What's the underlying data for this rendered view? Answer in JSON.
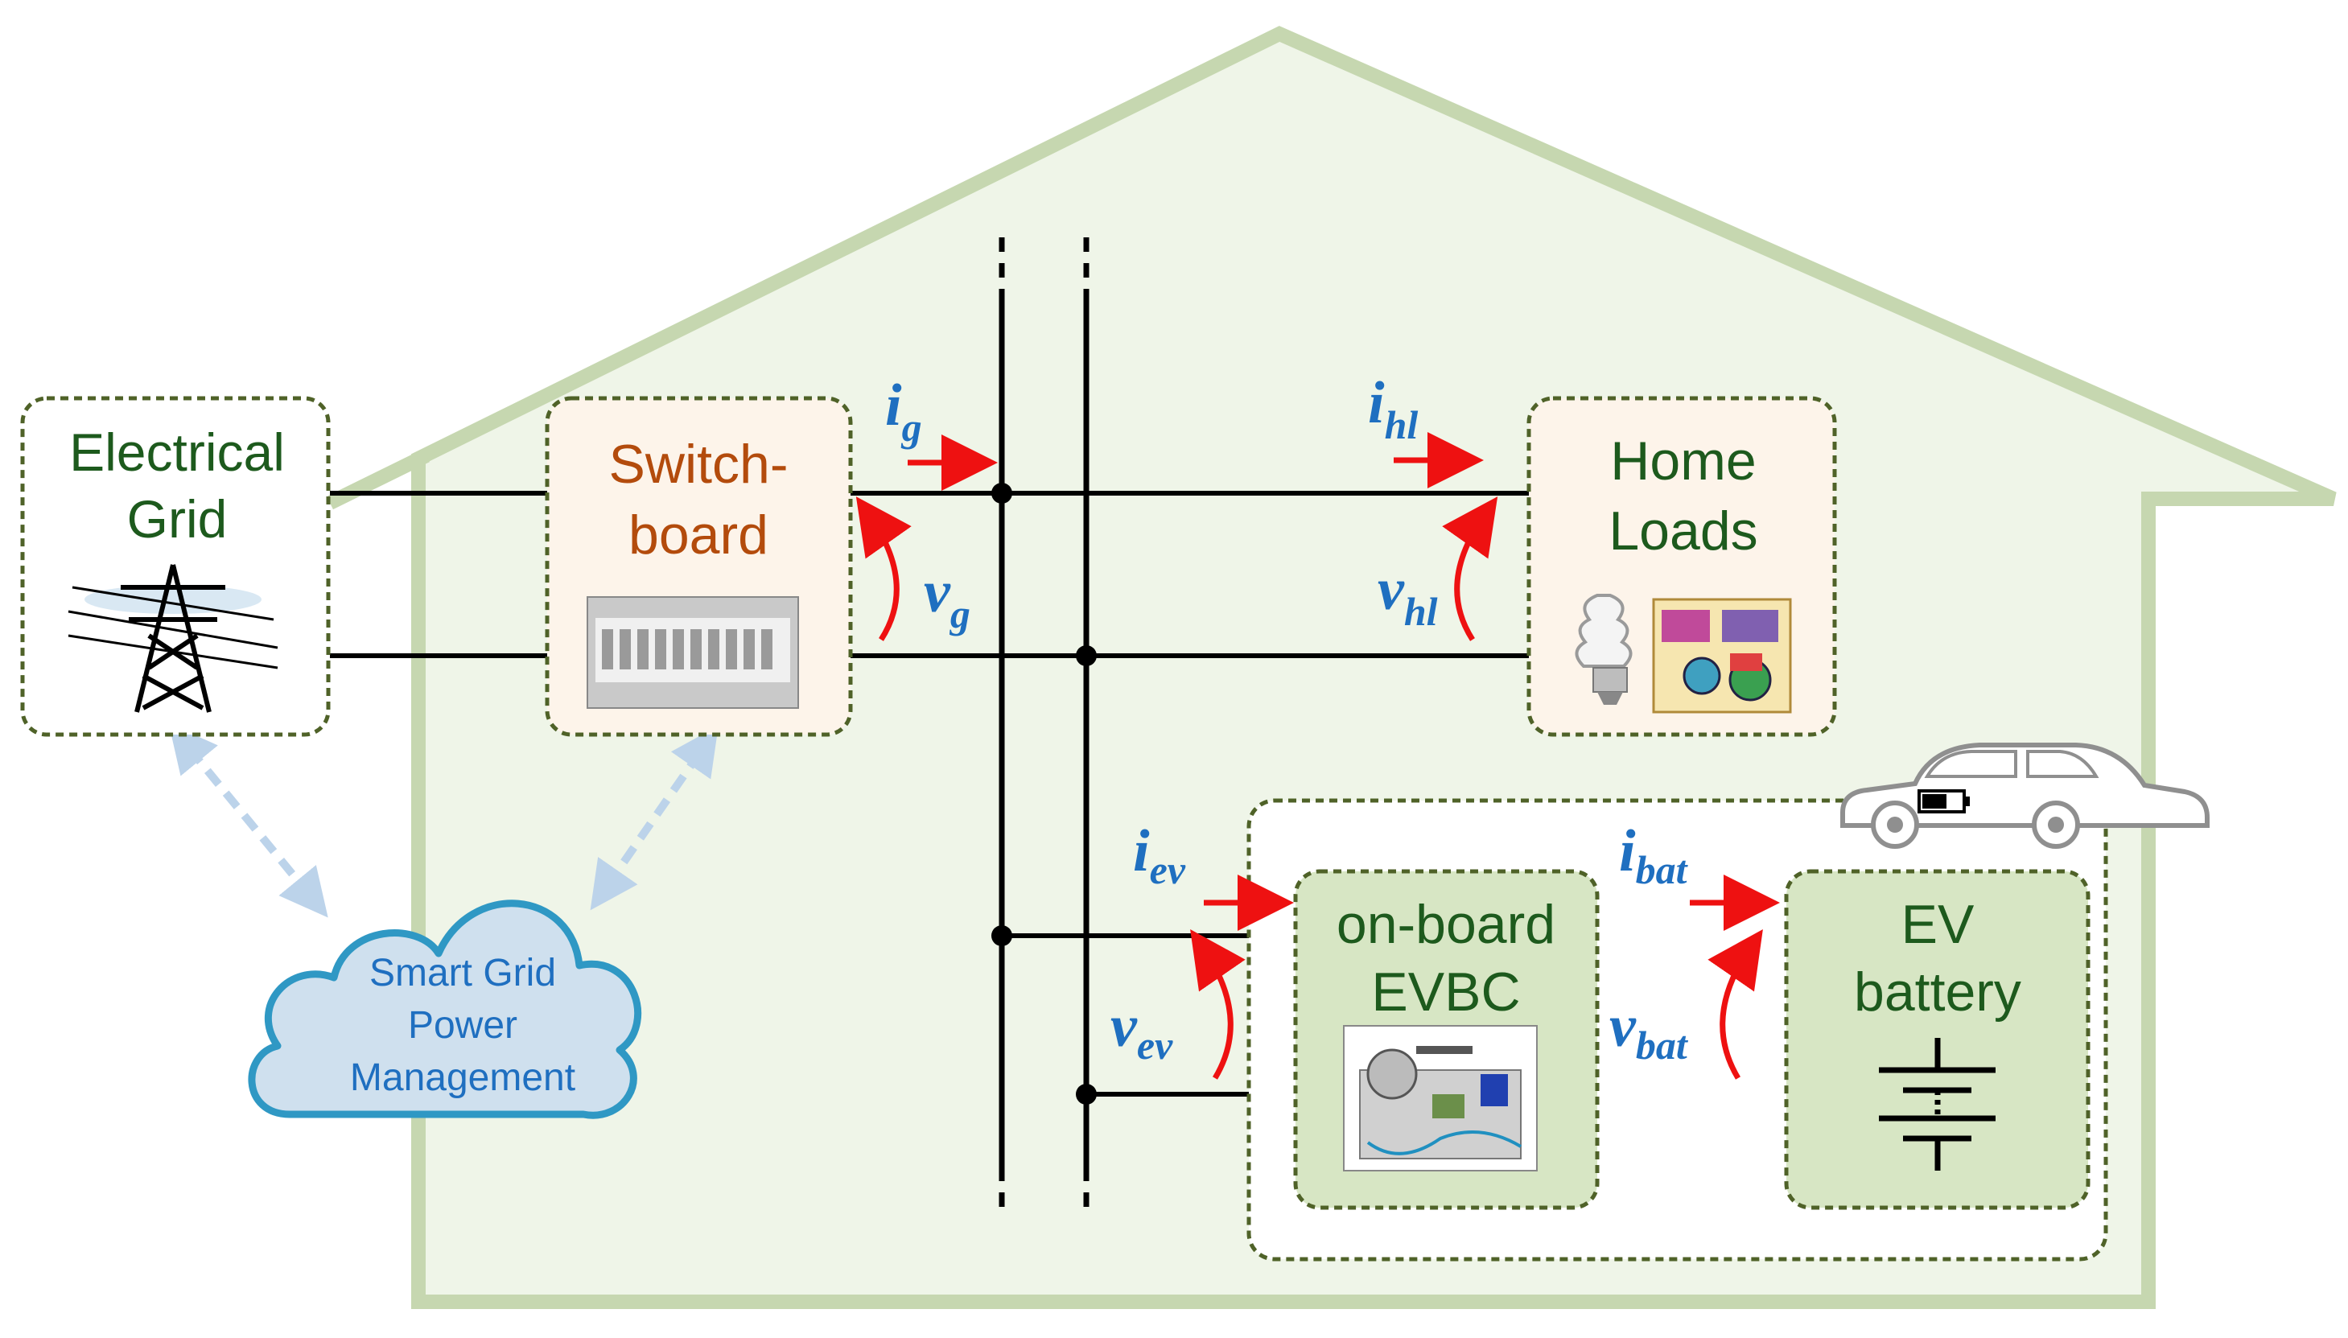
{
  "blocks": {
    "grid": {
      "line1": "Electrical",
      "line2": "Grid"
    },
    "switchboard": {
      "line1": "Switch-",
      "line2": "board"
    },
    "home_loads": {
      "line1": "Home",
      "line2": "Loads"
    },
    "evbc": {
      "line1": "on-board",
      "line2": "EVBC"
    },
    "battery": {
      "line1": "EV",
      "line2": "battery"
    },
    "cloud": {
      "line1": "Smart Grid",
      "line2": "Power",
      "line3": "Management"
    }
  },
  "symbols": {
    "ig": {
      "base": "i",
      "sub": "g"
    },
    "vg": {
      "base": "v",
      "sub": "g"
    },
    "ihl": {
      "base": "i",
      "sub": "hl"
    },
    "vhl": {
      "base": "v",
      "sub": "hl"
    },
    "iev": {
      "base": "i",
      "sub": "ev"
    },
    "vev": {
      "base": "v",
      "sub": "ev"
    },
    "ibat": {
      "base": "i",
      "sub": "bat"
    },
    "vbat": {
      "base": "v",
      "sub": "bat"
    }
  },
  "colors": {
    "house_fill": "#eff5e8",
    "house_stroke": "#c6d7b0",
    "box_border": "#4f6228",
    "grid_text": "#1d5a1d",
    "switchboard_text": "#b34b0c",
    "symbol_blue": "#1f6fc0",
    "arrow_red": "#ee1111",
    "cloud_fill": "#cfe0ee",
    "cloud_stroke": "#2f98c4",
    "dashed_link": "#bcd3ea",
    "ev_box_fill": "#d7e6c4"
  }
}
